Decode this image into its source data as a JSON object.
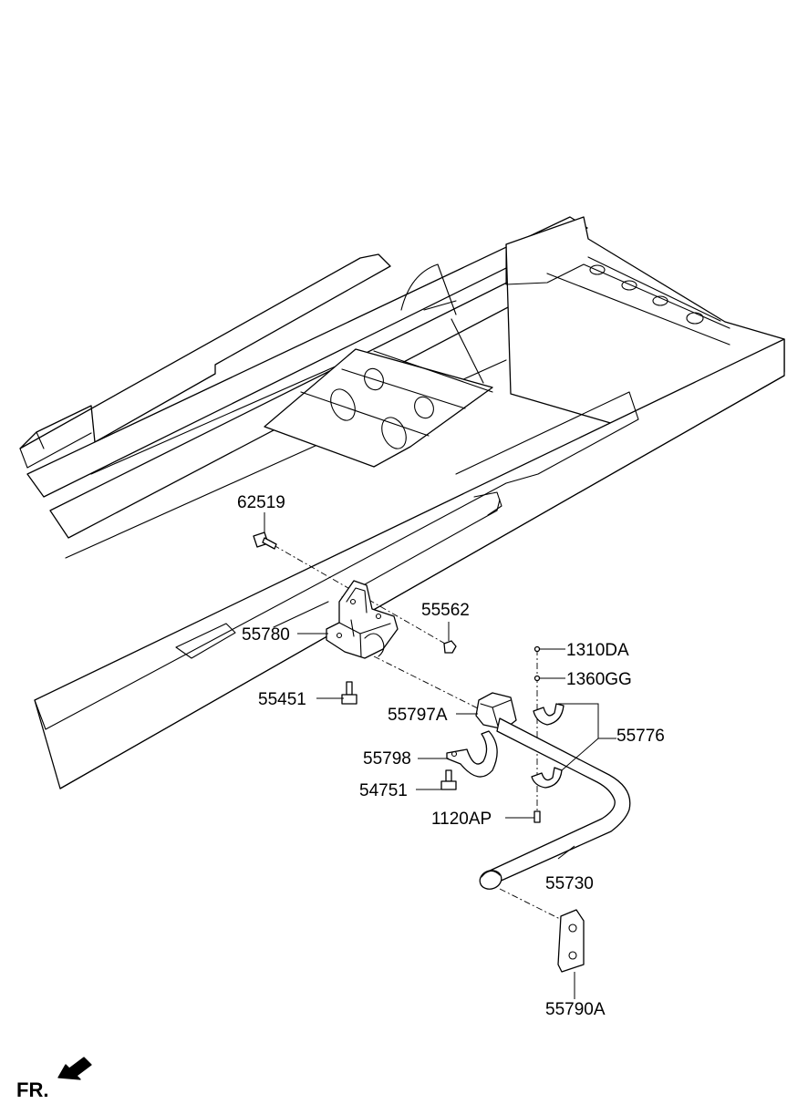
{
  "labels": {
    "p62519": "62519",
    "p55780": "55780",
    "p55562": "55562",
    "p55451": "55451",
    "p1310DA": "1310DA",
    "p1360GG": "1360GG",
    "p55797A": "55797A",
    "p55776": "55776",
    "p55798": "55798",
    "p54751": "54751",
    "p1120AP": "1120AP",
    "p55730": "55730",
    "p55790A": "55790A"
  },
  "direction": {
    "text": "FR."
  }
}
